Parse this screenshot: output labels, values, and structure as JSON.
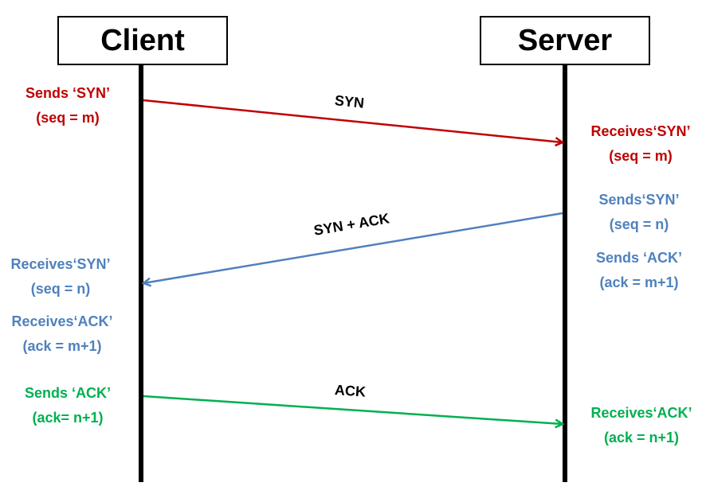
{
  "colors": {
    "syn": "#c00000",
    "syn_ack": "#4f81bd",
    "ack": "#00b050",
    "lifeline": "#000000"
  },
  "participants": {
    "client": "Client",
    "server": "Server"
  },
  "messages": {
    "syn": "SYN",
    "syn_ack": "SYN + ACK",
    "ack": "ACK"
  },
  "client_notes": {
    "sends_syn": [
      "Sends ‘SYN’",
      "(seq = m)"
    ],
    "receives_syn": [
      "Receives‘SYN’",
      "(seq = n)"
    ],
    "receives_ack": [
      "Receives‘ACK’",
      "(ack = m+1)"
    ],
    "sends_ack": [
      "Sends ‘ACK’",
      "(ack= n+1)"
    ]
  },
  "server_notes": {
    "receives_syn": [
      "Receives‘SYN’",
      "(seq = m)"
    ],
    "sends_syn": [
      "Sends‘SYN’",
      "(seq = n)"
    ],
    "sends_ack": [
      "Sends ‘ACK’",
      "(ack = m+1)"
    ],
    "receives_ack": [
      "Receives‘ACK’",
      "(ack = n+1)"
    ]
  }
}
